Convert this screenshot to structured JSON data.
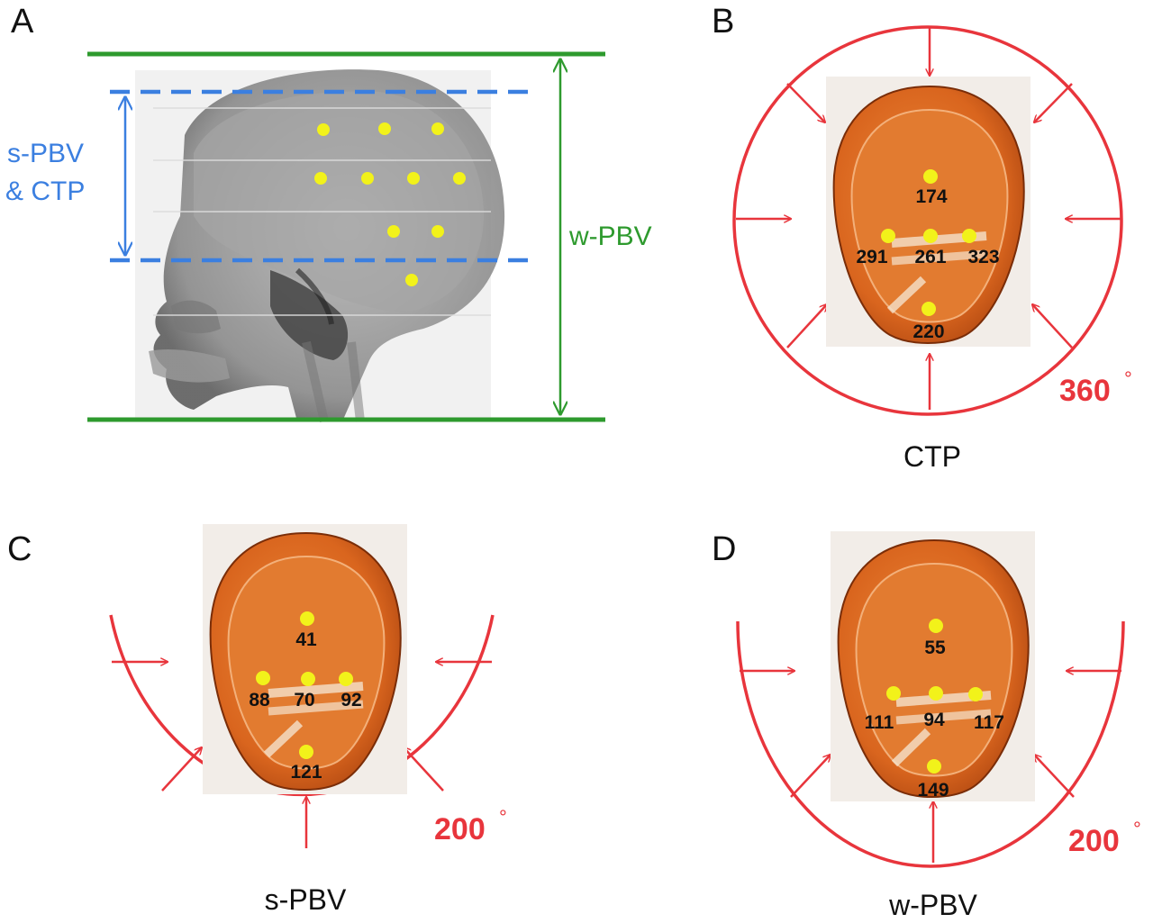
{
  "panels": {
    "a": {
      "letter": "A",
      "scan_range_short": {
        "line1": "s-PBV",
        "line2": "& CTP"
      },
      "scan_range_whole": "w-PBV"
    },
    "b": {
      "letter": "B",
      "doses": {
        "top": "174",
        "left": "291",
        "center": "261",
        "right": "323",
        "bottom": "220"
      },
      "arc_angle": "360",
      "degree_symbol": "°",
      "caption": "CTP"
    },
    "c": {
      "letter": "C",
      "doses": {
        "top": "41",
        "left": "88",
        "center": "70",
        "right": "92",
        "bottom": "121"
      },
      "arc_angle": "200",
      "degree_symbol": "°",
      "caption": "s-PBV"
    },
    "d": {
      "letter": "D",
      "doses": {
        "top": "55",
        "left": "111",
        "center": "94",
        "right": "117",
        "bottom": "149"
      },
      "arc_angle": "200",
      "degree_symbol": "°",
      "caption": "w-PBV"
    }
  },
  "colors": {
    "whole_range": "#2e9a2e",
    "short_range": "#3b7fe0",
    "arc": "#e8353c",
    "dosimeter_dot": "#f2f21a",
    "phantom": "#d9651e"
  }
}
